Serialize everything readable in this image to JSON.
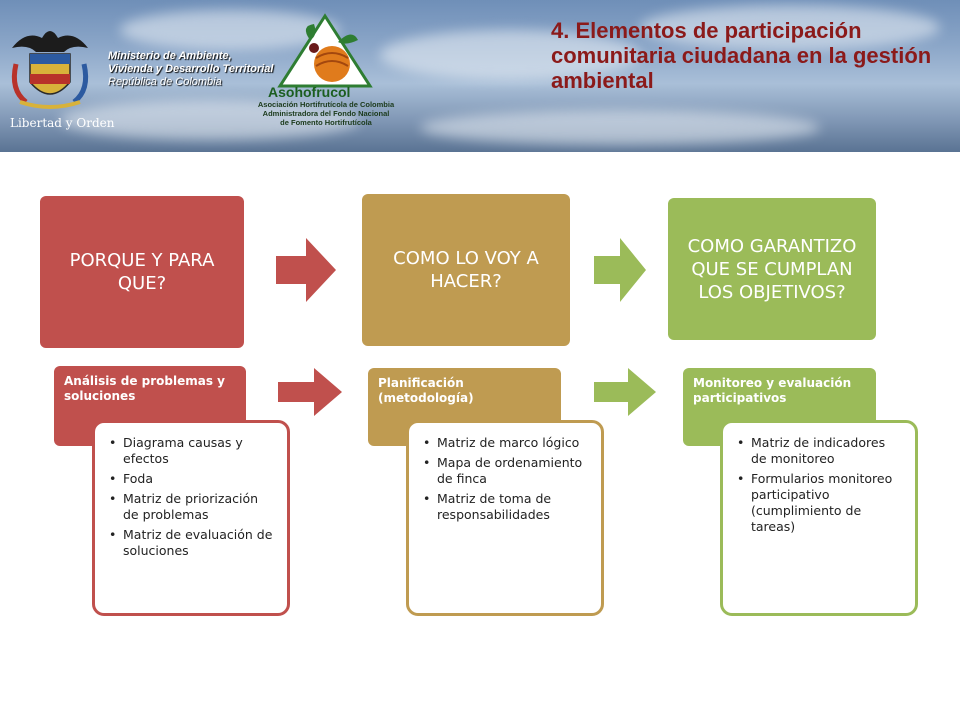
{
  "header": {
    "ministry": [
      "Ministerio de Ambiente,",
      "Vivienda y Desarrollo Territorial"
    ],
    "republic": "República de Colombia",
    "motto": "Libertad y Orden",
    "logo_name": "Asohofrucol",
    "logo_sub": [
      "Asociación Hortifrutícola de Colombia",
      "Administradora del Fondo Nacional",
      "de Fomento Hortifrutícola"
    ],
    "title": "4.  Elementos de participación comunitaria ciudadana en la gestión ambiental"
  },
  "colors": {
    "red": "#c0504d",
    "gold": "#bf9b51",
    "green": "#9bbb59",
    "title": "#8b1a1a"
  },
  "steps": [
    {
      "question": "PORQUE Y PARA QUE?",
      "subtitle": "Análisis de problemas y soluciones",
      "items": [
        "Diagrama causas y efectos",
        "Foda",
        "Matriz de priorización de problemas",
        "Matriz de evaluación de soluciones"
      ]
    },
    {
      "question": "COMO LO VOY A HACER?",
      "subtitle": "Planificación (metodología)",
      "items": [
        "Matriz de marco lógico",
        "Mapa de ordenamiento de finca",
        "Matriz de toma de responsabilidades"
      ]
    },
    {
      "question": "COMO GARANTIZO QUE SE CUMPLAN LOS OBJETIVOS?",
      "subtitle": "Monitoreo y evaluación participativos",
      "items": [
        "Matriz de indicadores de monitoreo",
        "Formularios monitoreo participativo (cumplimiento de tareas)"
      ]
    }
  ]
}
